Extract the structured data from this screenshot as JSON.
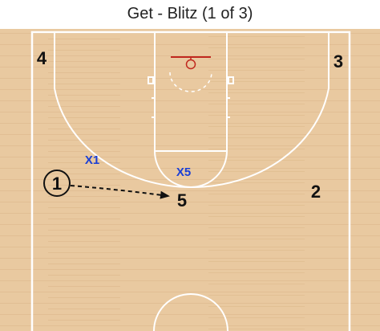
{
  "title": "Get - Blitz (1 of 3)",
  "colors": {
    "floor": "#e9c9a0",
    "court_lines": "#ffffff",
    "rim": "#c0281e",
    "offense": "#111111",
    "defense": "#1a3fd6"
  },
  "offense": [
    {
      "label": "1",
      "circled": true
    },
    {
      "label": "2",
      "circled": false
    },
    {
      "label": "3",
      "circled": false
    },
    {
      "label": "4",
      "circled": false
    },
    {
      "label": "5",
      "circled": false
    }
  ],
  "defense": [
    {
      "label": "X1"
    },
    {
      "label": "X5"
    }
  ],
  "actions": [
    {
      "type": "pass",
      "style": "dashed",
      "from": "1",
      "to": "5"
    }
  ]
}
